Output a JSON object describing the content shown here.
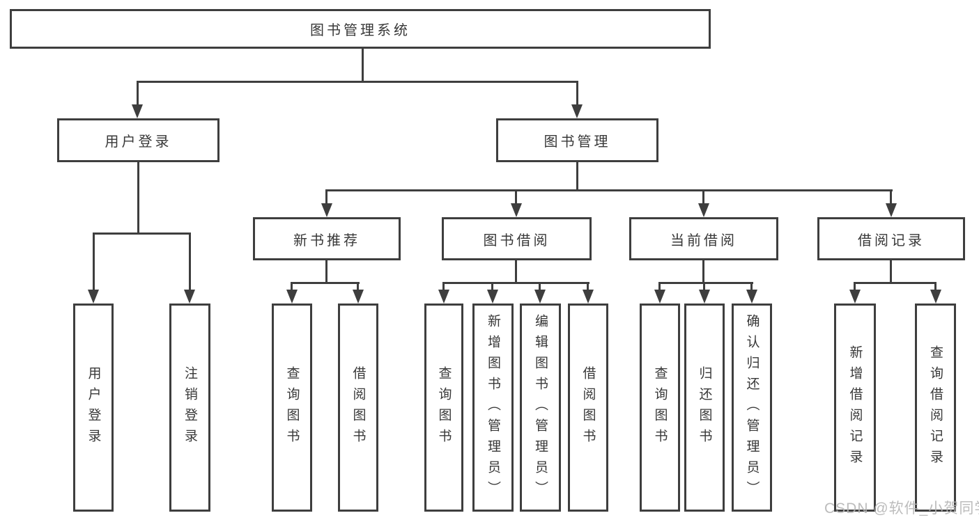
{
  "root": {
    "label": "图书管理系统"
  },
  "branches": [
    {
      "label": "用户登录",
      "children": [
        {
          "label": "用户登录"
        },
        {
          "label": "注销登录"
        }
      ]
    },
    {
      "label": "图书管理",
      "children": [
        {
          "label": "新书推荐",
          "children": [
            {
              "label": "查询图书"
            },
            {
              "label": "借阅图书"
            }
          ]
        },
        {
          "label": "图书借阅",
          "children": [
            {
              "label": "查询图书"
            },
            {
              "label": "新增图书（管理员）"
            },
            {
              "label": "编辑图书（管理员）"
            },
            {
              "label": "借阅图书"
            }
          ]
        },
        {
          "label": "当前借阅",
          "children": [
            {
              "label": "查询图书"
            },
            {
              "label": "归还图书"
            },
            {
              "label": "确认归还（管理员）"
            }
          ]
        },
        {
          "label": "借阅记录",
          "children": [
            {
              "label": "新增借阅记录"
            },
            {
              "label": "查询借阅记录"
            }
          ]
        }
      ]
    }
  ],
  "watermark": {
    "text": "CSDN @软件_小贺同学"
  },
  "colors": {
    "line": "#3e3e3e",
    "text": "#383838",
    "watermark": "#b5b5b5",
    "background": "#ffffff"
  }
}
